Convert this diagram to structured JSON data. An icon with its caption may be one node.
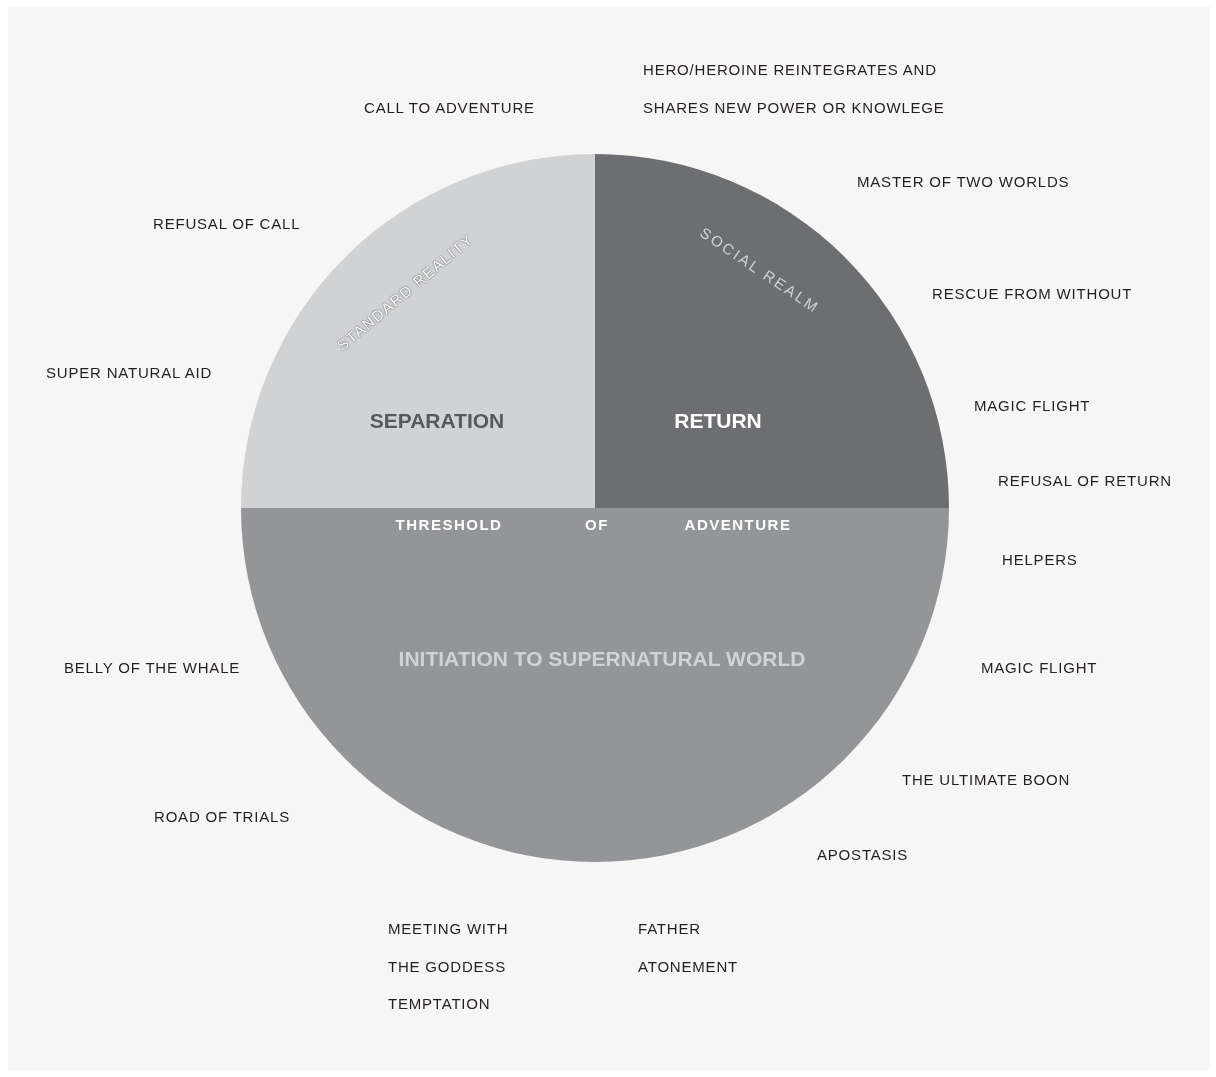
{
  "diagram": {
    "nodes": [
      {
        "text": [
          "STANDARD REALITY",
          "SEPARATION"
        ]
      },
      {
        "text": [
          "SOCIAL REALM",
          "RETURN"
        ]
      },
      {
        "text": [
          "THRESHOLD",
          "OF",
          "ADVENTURE",
          "INITIATION TO SUPERNATURAL WORLD"
        ]
      }
    ],
    "labels": [
      "HERO/HEROINE REINTEGRATES AND SHARES NEW POWER OR KNOWLEGE",
      "CALL TO ADVENTURE",
      "MASTER OF TWO WORLDS",
      "REFUSAL OF CALL",
      "RESCUE FROM WITHOUT",
      "SUPER NATURAL AID",
      "MAGIC FLIGHT",
      "REFUSAL OF RETURN",
      "HELPERS",
      "BELLY OF THE WHALE",
      "MAGIC FLIGHT",
      "THE ULTIMATE BOON",
      "ROAD OF TRIALS",
      "APOSTASIS",
      "MEETING WITH THE GODDESS",
      "FATHER ATONEMENT",
      "TEMPTATION"
    ]
  }
}
